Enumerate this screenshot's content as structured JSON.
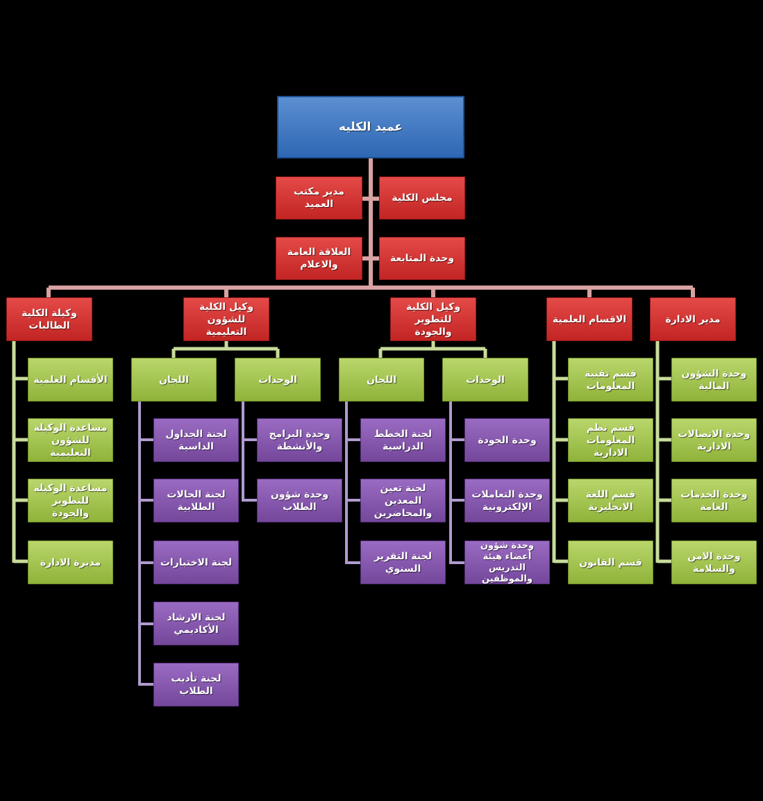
{
  "root": {
    "label": "عميد الكليه"
  },
  "staff": {
    "office_manager": "مدير مكتب العميد",
    "college_council": "مجلس الكلية",
    "public_relations": "العلاقة العامة والاعلام",
    "follow_up_unit": "وحدة المتابعة"
  },
  "branches": {
    "female_vice_dean": {
      "label": "وكيلة الكلية الطالبات",
      "items": [
        "الأقسام العلمية",
        "مساعدة الوكيلة للشؤون التعليمية",
        "مساعدة الوكيلة للتطوير والجودة",
        "مديرة الادارة"
      ]
    },
    "vice_dean_education": {
      "label": "وكيل الكلية للشؤون التعليمية",
      "committees_label": "اللجان",
      "units_label": "الوحدات",
      "committees": [
        "لجنة الجداول الداسية",
        "لجنة الحالات الطلابية",
        "لجنة الاختبارات",
        "لجنة الارشاد الأكاديمي",
        "لجنة تأديب الطلاب"
      ],
      "units": [
        "وحدة البرامج والأنشطة",
        "وحدة شؤون الطلاب"
      ]
    },
    "vice_dean_development": {
      "label": "وكيل الكلية للتطوير والجودة",
      "committees_label": "اللجان",
      "units_label": "الوحدات",
      "committees": [
        "لجنة الخطط الدراسية",
        "لجنة تعين المعدين والمحاضرين",
        "لجنة التقرير السنوي"
      ],
      "units": [
        "وحدة الجودة",
        "وحدة التعاملات الإلكترونية",
        "وحدة شؤون أعضاء هيئة التدريس والموظفين"
      ]
    },
    "academic_departments": {
      "label": "الاقسام العلمية",
      "items": [
        "قسم تقنية المعلومات",
        "قسم نظم المعلومات الادارية",
        "قسم اللغة الانجليزية",
        "قسم القانون"
      ]
    },
    "administration_director": {
      "label": "مدير الادارة",
      "items": [
        "وحدة الشؤون المالية",
        "وحدة الاتصالات الادارية",
        "وحدة الخدمات العامة",
        "وحدة الامن والسلامة"
      ]
    }
  },
  "colors": {
    "root": "#3d78c4",
    "level1": "#d43433",
    "level2": "#a3c34f",
    "level3": "#8458ad"
  }
}
